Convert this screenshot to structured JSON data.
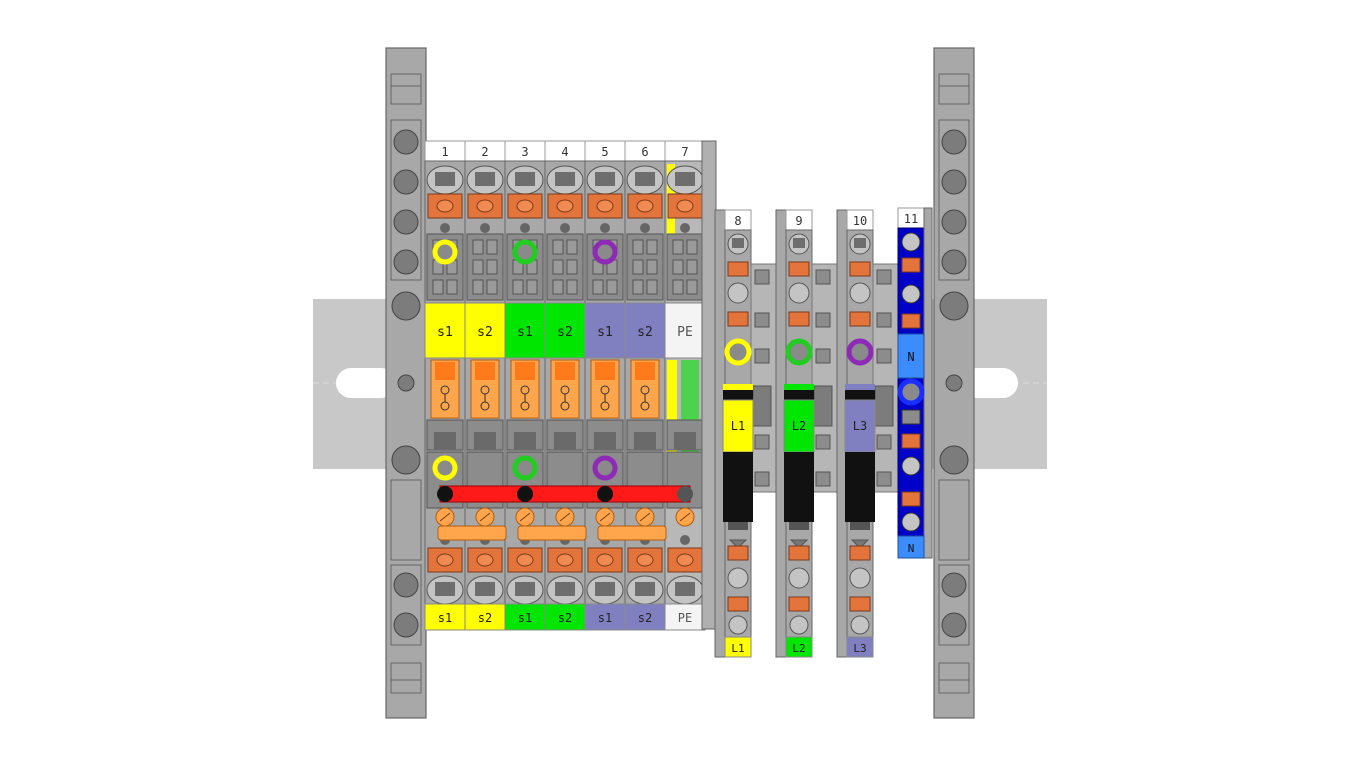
{
  "colors": {
    "rail": "#c8c8c8",
    "housing": "#a8a8a8",
    "housing_dark": "#7c7c7c",
    "phase1": "#ffff00",
    "phase2": "#00e600",
    "phase3": "#8080c0",
    "pe": "#f4f4f4",
    "neutral_dark": "#0000c8",
    "neutral_light": "#3c8cff",
    "bridge": "#ff1a1a",
    "clamp": "#e2743c",
    "lever": "#ffa64d",
    "ring_yellow": "#ffff00",
    "ring_green": "#22cc22",
    "ring_purple": "#8e2ab5",
    "ring_blue": "#1a2fff"
  },
  "left_block": {
    "terminals": [
      {
        "number": "1",
        "top_marker": "s1",
        "bottom_marker": "s1",
        "color": "phase1",
        "ring": "ring_yellow"
      },
      {
        "number": "2",
        "top_marker": "s2",
        "bottom_marker": "s2",
        "color": "phase1",
        "ring": null
      },
      {
        "number": "3",
        "top_marker": "s1",
        "bottom_marker": "s1",
        "color": "phase2",
        "ring": "ring_green"
      },
      {
        "number": "4",
        "top_marker": "s2",
        "bottom_marker": "s2",
        "color": "phase2",
        "ring": null
      },
      {
        "number": "5",
        "top_marker": "s1",
        "bottom_marker": "s1",
        "color": "phase3",
        "ring": "ring_purple"
      },
      {
        "number": "6",
        "top_marker": "s2",
        "bottom_marker": "s2",
        "color": "phase3",
        "ring": null
      },
      {
        "number": "7",
        "top_marker": "PE",
        "bottom_marker": "PE",
        "color": "pe",
        "ring": null
      }
    ]
  },
  "right_block": {
    "terminals": [
      {
        "number": "8",
        "marker": "L1",
        "bottom_marker": "L1",
        "color": "phase1",
        "ring": "ring_yellow"
      },
      {
        "number": "9",
        "marker": "L2",
        "bottom_marker": "L2",
        "color": "phase2",
        "ring": "ring_green"
      },
      {
        "number": "10",
        "marker": "L3",
        "bottom_marker": "L3",
        "color": "phase3",
        "ring": "ring_purple"
      }
    ],
    "neutral": {
      "number": "11",
      "marker_top": "N",
      "marker_bottom": "N"
    }
  }
}
